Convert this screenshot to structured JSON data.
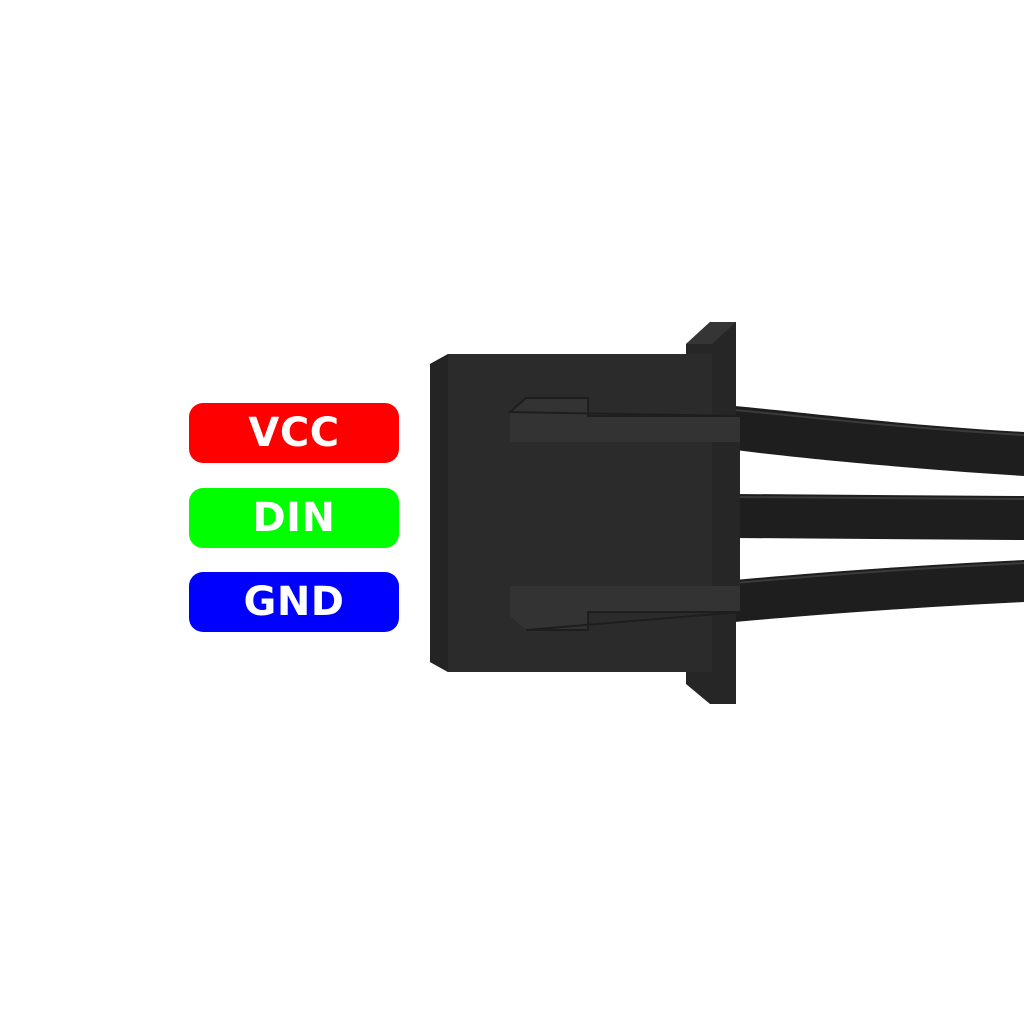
{
  "pins": [
    {
      "label": "VCC",
      "color": "#ff0000"
    },
    {
      "label": "DIN",
      "color": "#00ff00"
    },
    {
      "label": "GND",
      "color": "#0000ff"
    }
  ],
  "connector": {
    "body_color": "#2b2b2b",
    "wire_color": "#1f1f1f"
  }
}
